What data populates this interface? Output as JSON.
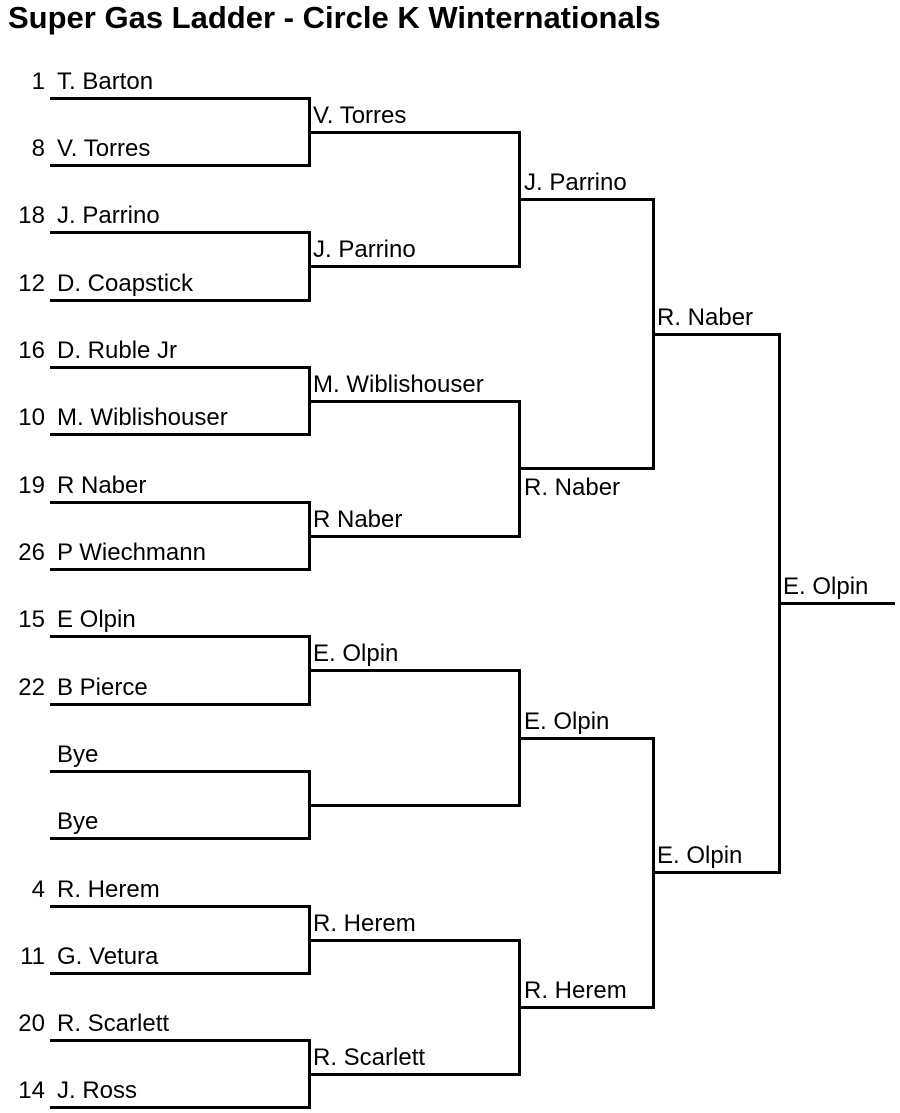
{
  "title": "Super Gas Ladder - Circle K Winternationals",
  "colors": {
    "line": "#000000",
    "text": "#000000",
    "background": "#ffffff"
  },
  "bracket": {
    "round1": [
      {
        "seed": "1",
        "name": "T. Barton"
      },
      {
        "seed": "8",
        "name": "V. Torres"
      },
      {
        "seed": "18",
        "name": "J. Parrino"
      },
      {
        "seed": "12",
        "name": "D. Coapstick"
      },
      {
        "seed": "16",
        "name": "D. Ruble Jr"
      },
      {
        "seed": "10",
        "name": "M. Wiblishouser"
      },
      {
        "seed": "19",
        "name": "R Naber"
      },
      {
        "seed": "26",
        "name": "P Wiechmann"
      },
      {
        "seed": "15",
        "name": "E Olpin"
      },
      {
        "seed": "22",
        "name": "B Pierce"
      },
      {
        "seed": "",
        "name": "Bye"
      },
      {
        "seed": "",
        "name": "Bye"
      },
      {
        "seed": "4",
        "name": "R. Herem"
      },
      {
        "seed": "11",
        "name": "G. Vetura"
      },
      {
        "seed": "20",
        "name": "R. Scarlett"
      },
      {
        "seed": "14",
        "name": "J. Ross"
      }
    ],
    "round2_winners": [
      "V. Torres",
      "J. Parrino",
      "M. Wiblishouser",
      "R Naber",
      "E. Olpin",
      "",
      "R. Herem",
      "R. Scarlett"
    ],
    "round3_winners": [
      "J. Parrino",
      "R. Naber",
      "E. Olpin",
      "R. Herem"
    ],
    "semifinal_winners": [
      "R. Naber",
      "E. Olpin"
    ],
    "champion": "E. Olpin"
  }
}
